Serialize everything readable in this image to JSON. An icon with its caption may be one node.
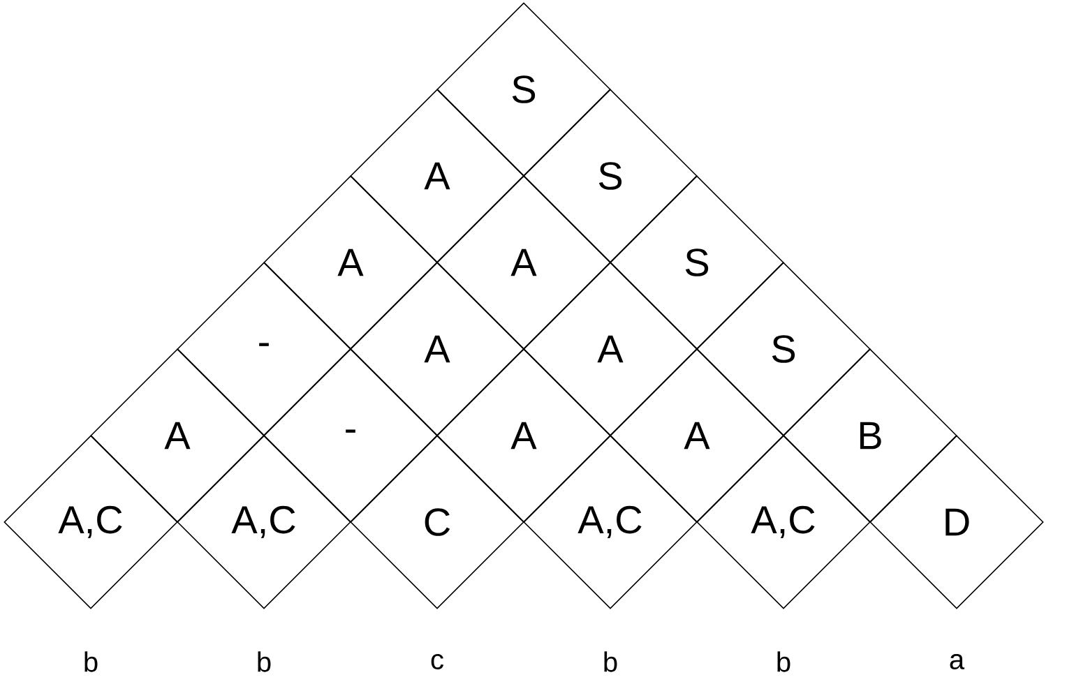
{
  "diagram": {
    "nodes": [
      {
        "text": [
          "S"
        ]
      },
      {
        "text": [
          "A"
        ]
      },
      {
        "text": [
          "S"
        ]
      },
      {
        "text": [
          "A"
        ]
      },
      {
        "text": [
          "A"
        ]
      },
      {
        "text": [
          "S"
        ]
      },
      {
        "text": [
          "-"
        ]
      },
      {
        "text": [
          "A"
        ]
      },
      {
        "text": [
          "A"
        ]
      },
      {
        "text": [
          "S"
        ]
      },
      {
        "text": [
          "A"
        ]
      },
      {
        "text": [
          "-"
        ]
      },
      {
        "text": [
          "A"
        ]
      },
      {
        "text": [
          "A"
        ]
      },
      {
        "text": [
          "B"
        ]
      },
      {
        "text": [
          "A,C"
        ]
      },
      {
        "text": [
          "A,C"
        ]
      },
      {
        "text": [
          "C"
        ]
      },
      {
        "text": [
          "A,C"
        ]
      },
      {
        "text": [
          "A,C"
        ]
      },
      {
        "text": [
          "D"
        ]
      }
    ],
    "labels": [
      "b",
      "b",
      "c",
      "b",
      "b",
      "a"
    ]
  }
}
